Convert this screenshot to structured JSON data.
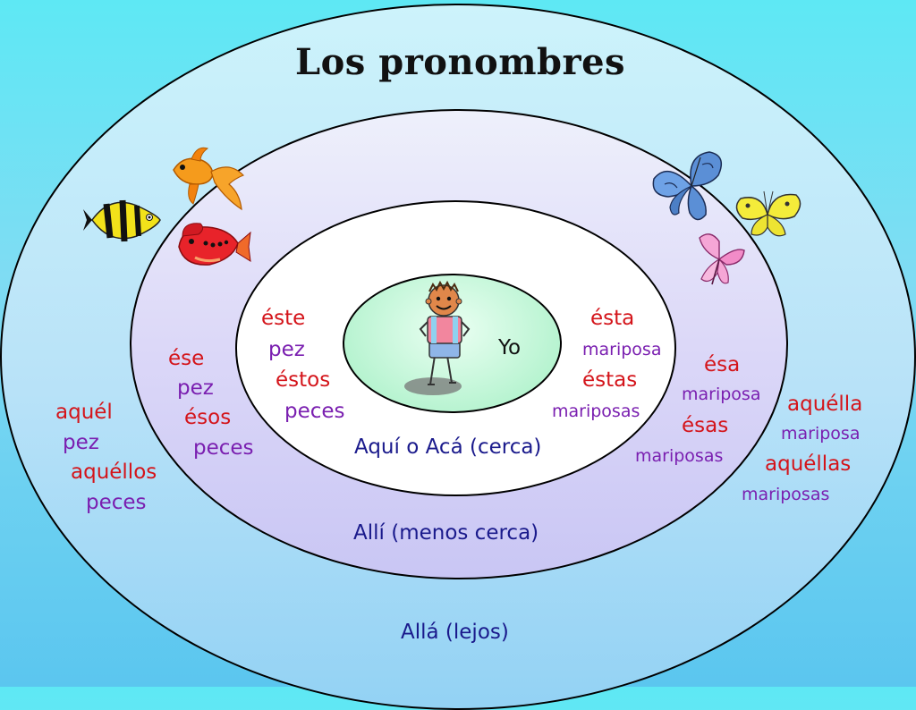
{
  "title": "Los pronombres",
  "zones": {
    "yo": "Yo",
    "aqui": "Aquí o Acá  (cerca)",
    "alli": "Allí  (menos cerca)",
    "alla": "Allá  (lejos)"
  },
  "near_masc": {
    "sing": "éste",
    "noun_sing": "pez",
    "plur": "éstos",
    "noun_plur": "peces"
  },
  "near_fem": {
    "sing": "ésta",
    "noun_sing": "mariposa",
    "plur": "éstas",
    "noun_plur": "mariposas"
  },
  "mid_masc": {
    "sing": "ése",
    "noun_sing": "pez",
    "plur": "ésos",
    "noun_plur": "peces"
  },
  "mid_fem": {
    "sing": "ésa",
    "noun_sing": "mariposa",
    "plur": "ésas",
    "noun_plur": "mariposas"
  },
  "far_masc": {
    "sing": "aquél",
    "noun_sing": "pez",
    "plur": "aquéllos",
    "noun_plur": "peces"
  },
  "far_fem": {
    "sing": "aquélla",
    "noun_sing": "mariposa",
    "plur": "aquéllas",
    "noun_plur": "mariposas"
  },
  "colors": {
    "pronoun": "#d4141a",
    "noun": "#7a1fb0",
    "zone_label": "#1a1a8c"
  }
}
